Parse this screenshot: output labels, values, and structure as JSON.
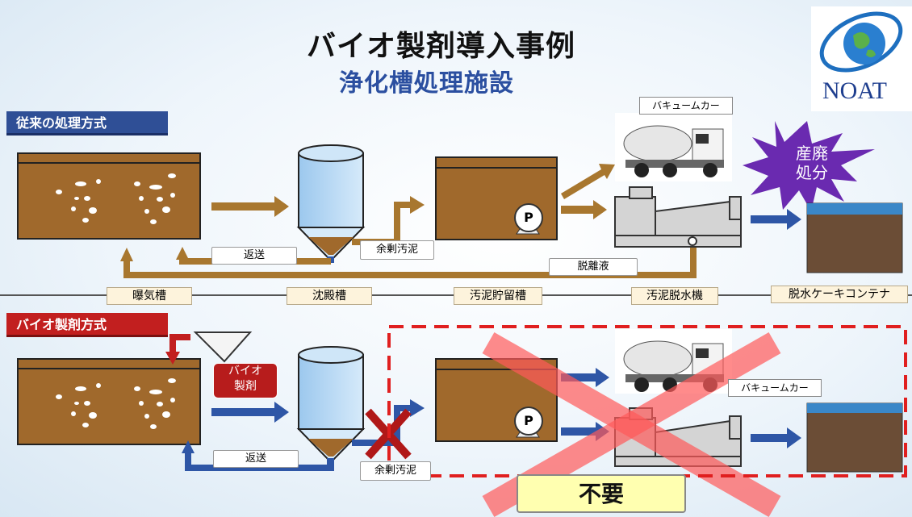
{
  "title": "バイオ製剤導入事例",
  "subtitle": "浄化槽処理施設",
  "logo_text": "NOAT",
  "sections": {
    "conventional": "従来の処理方式",
    "bio": "バイオ製剤方式"
  },
  "stages": [
    "曝気槽",
    "沈殿槽",
    "汚泥貯留槽",
    "汚泥脱水機",
    "脱水ケーキコンテナ"
  ],
  "labels": {
    "return_top": "返送",
    "return_bottom": "返送",
    "excess_sludge_top": "余剰汚泥",
    "excess_sludge_bottom": "余剰汚泥",
    "filtrate": "脱離液",
    "vacuum_car_top": "バキュームカー",
    "vacuum_car_bottom": "バキュームカー",
    "industrial_disposal": "産廃\n処分",
    "bio_agent": "バイオ\n製剤",
    "pump": "P",
    "unnecessary": "不要"
  },
  "colors": {
    "brown_arrow": "#a8772f",
    "blue_arrow": "#2e56a6",
    "red": "#d42020",
    "section_conventional": "#2f4f96",
    "section_bio": "#c21f1f",
    "burst": "#6a2ab0"
  }
}
